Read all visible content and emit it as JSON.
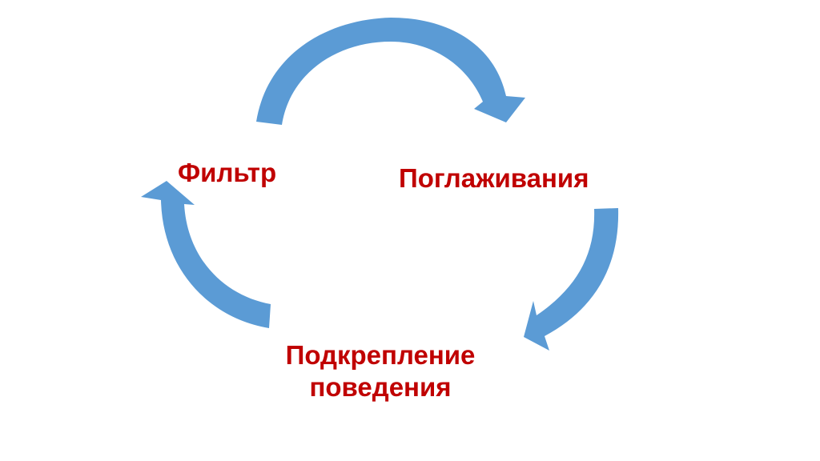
{
  "diagram": {
    "nodes": {
      "filter": "Фильтр",
      "stroking": "Поглаживания",
      "reinforcement": {
        "line1": "Подкрепление",
        "line2": "поведения"
      }
    },
    "colors": {
      "arrow": "#5b9bd5",
      "text": "#c00000"
    }
  }
}
